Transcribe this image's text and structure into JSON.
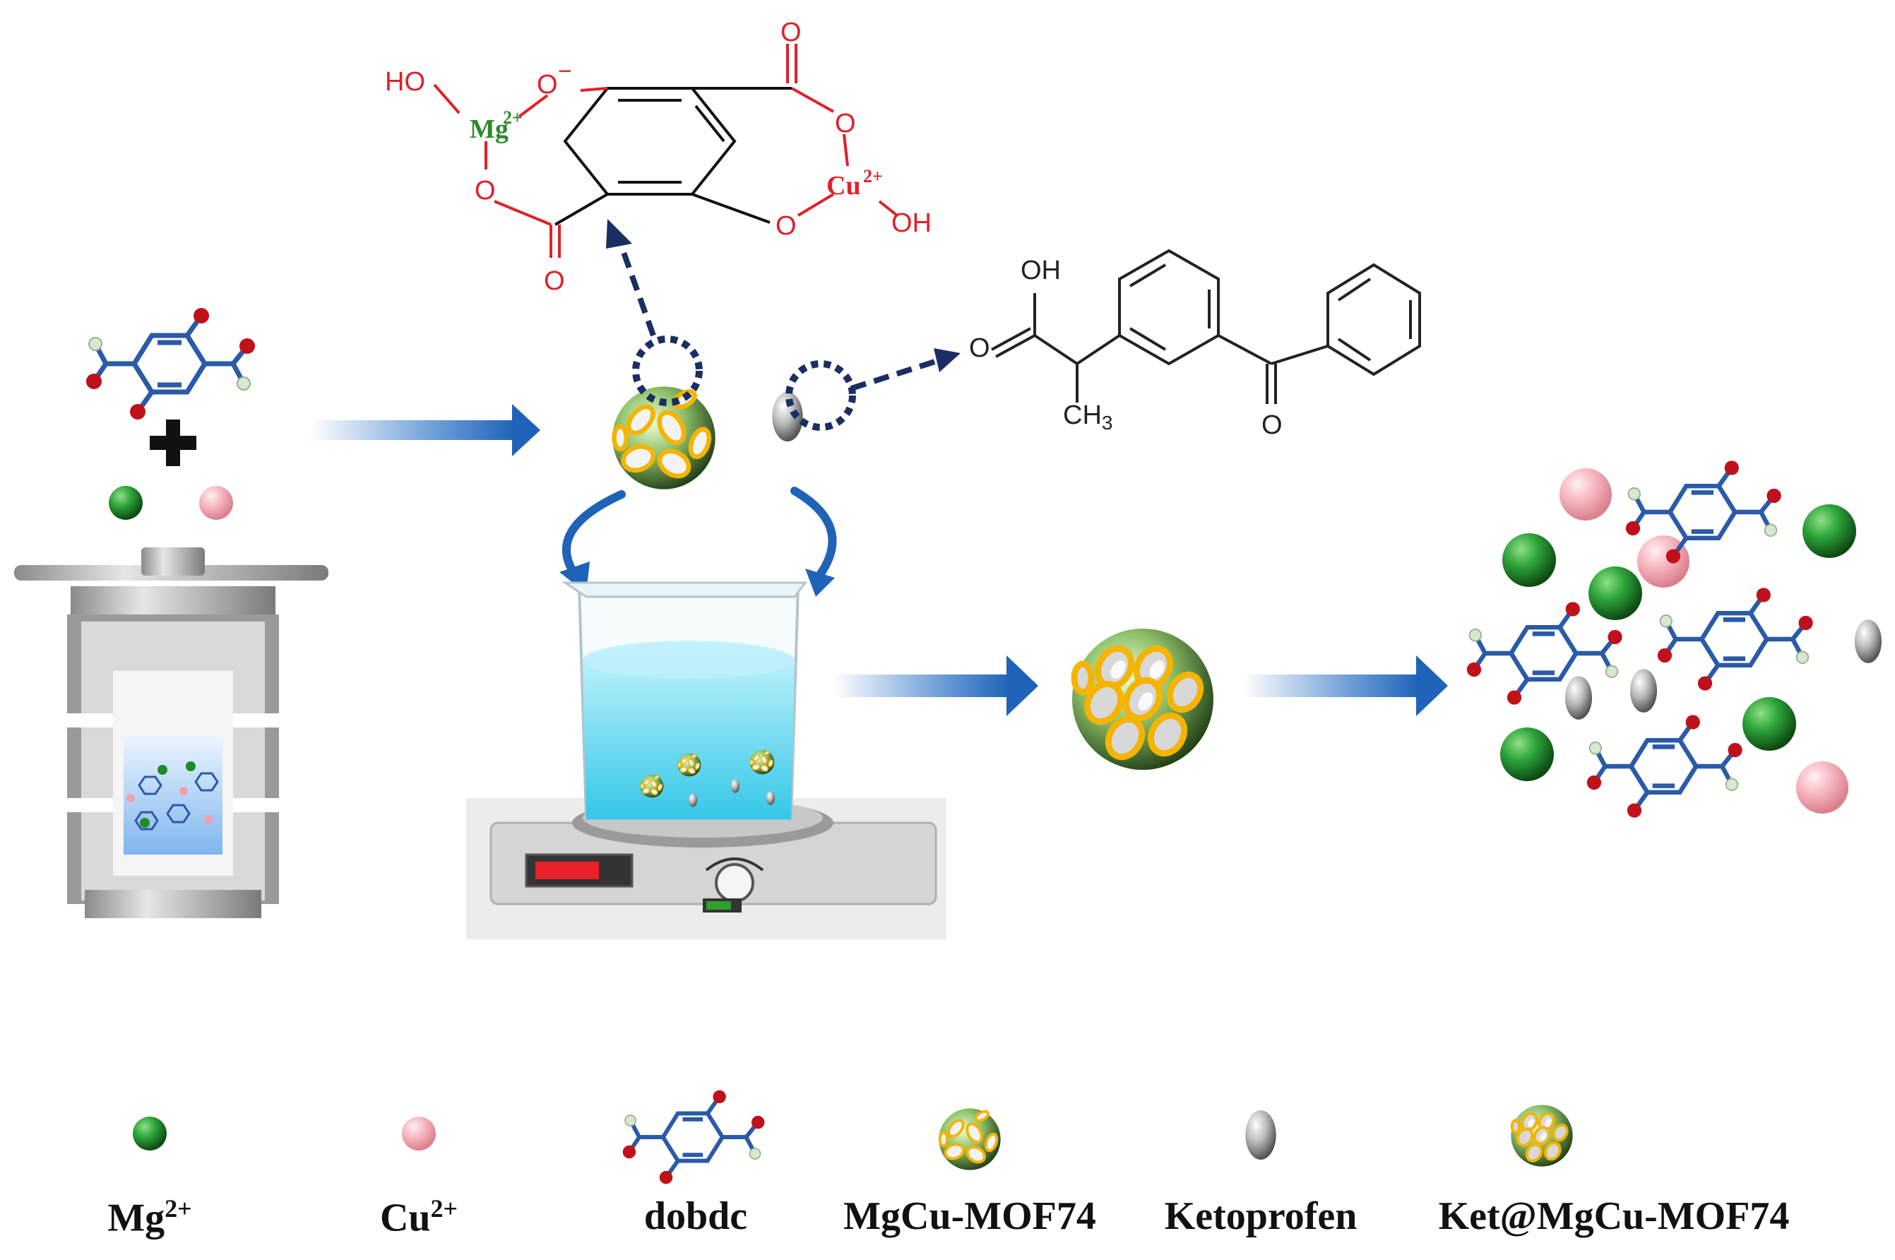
{
  "structure_top": {
    "left_ligand": "HO",
    "mg_label": "Mg",
    "mg_charge": "2+",
    "o_minus": "O",
    "minus_sign": "−",
    "o_left_lower": "O",
    "o_left_bottom": "O",
    "o_right_top": "O",
    "o_right_mid": "O",
    "o_right_lower": "O",
    "cu_label": "Cu",
    "cu_charge": "2+",
    "right_ligand": "OH"
  },
  "ketoprofen_structure": {
    "oh": "OH",
    "o_acid": "O",
    "ch3": "CH",
    "ch3_sub": "3",
    "o_ketone": "O"
  },
  "legend": {
    "mg_label": "Mg",
    "mg_charge": "2+",
    "cu_label": "Cu",
    "cu_charge": "2+",
    "dobdc": "dobdc",
    "mgcu_mof74": "MgCu-MOF74",
    "ketoprofen": "Ketoprofen",
    "ket_mof": "Ket@MgCu-MOF74"
  },
  "colors": {
    "mg": "#1f8a2a",
    "cu": "#f2a0ac",
    "arrow": "#1e63b8",
    "bond": "#2a5aa8",
    "oxygen": "#c0101a",
    "chem_red": "#e0202a",
    "mg_text": "#2a8a2a"
  }
}
